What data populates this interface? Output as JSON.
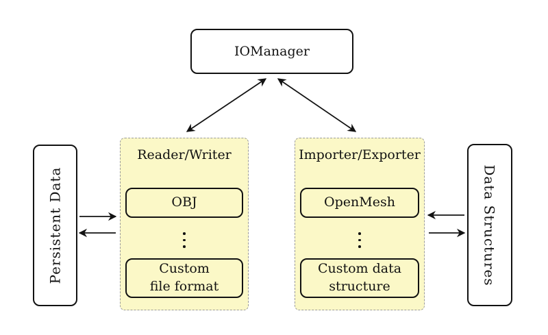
{
  "palette": {
    "background": "#ffffff",
    "panel_fill": "#fbf8c7",
    "panel_border": "#9a9a9a",
    "box_border": "#111111",
    "box_fill": "#ffffff",
    "arrow": "#131313"
  },
  "icons": {
    "vertical_ellipsis": "⋮"
  },
  "nodes": {
    "io_manager": {
      "label": "IOManager"
    },
    "persistent_data": {
      "label": "Persistent Data"
    },
    "data_structures": {
      "label": "Data Structures"
    }
  },
  "panels": {
    "reader_writer": {
      "title": "Reader/Writer",
      "top_item": "OBJ",
      "bottom_item_line1": "Custom",
      "bottom_item_line2": "file format"
    },
    "importer_exporter": {
      "title": "Importer/Exporter",
      "top_item": "OpenMesh",
      "bottom_item_line1": "Custom data",
      "bottom_item_line2": "structure"
    }
  },
  "edges": [
    {
      "from": "IOManager",
      "to": "Reader/Writer",
      "bidirectional": true
    },
    {
      "from": "IOManager",
      "to": "Importer/Exporter",
      "bidirectional": true
    },
    {
      "from": "Persistent Data",
      "to": "Reader/Writer",
      "bidirectional": false
    },
    {
      "from": "Reader/Writer",
      "to": "Persistent Data",
      "bidirectional": false
    },
    {
      "from": "Data Structures",
      "to": "Importer/Exporter",
      "bidirectional": false
    },
    {
      "from": "Importer/Exporter",
      "to": "Data Structures",
      "bidirectional": false
    }
  ]
}
